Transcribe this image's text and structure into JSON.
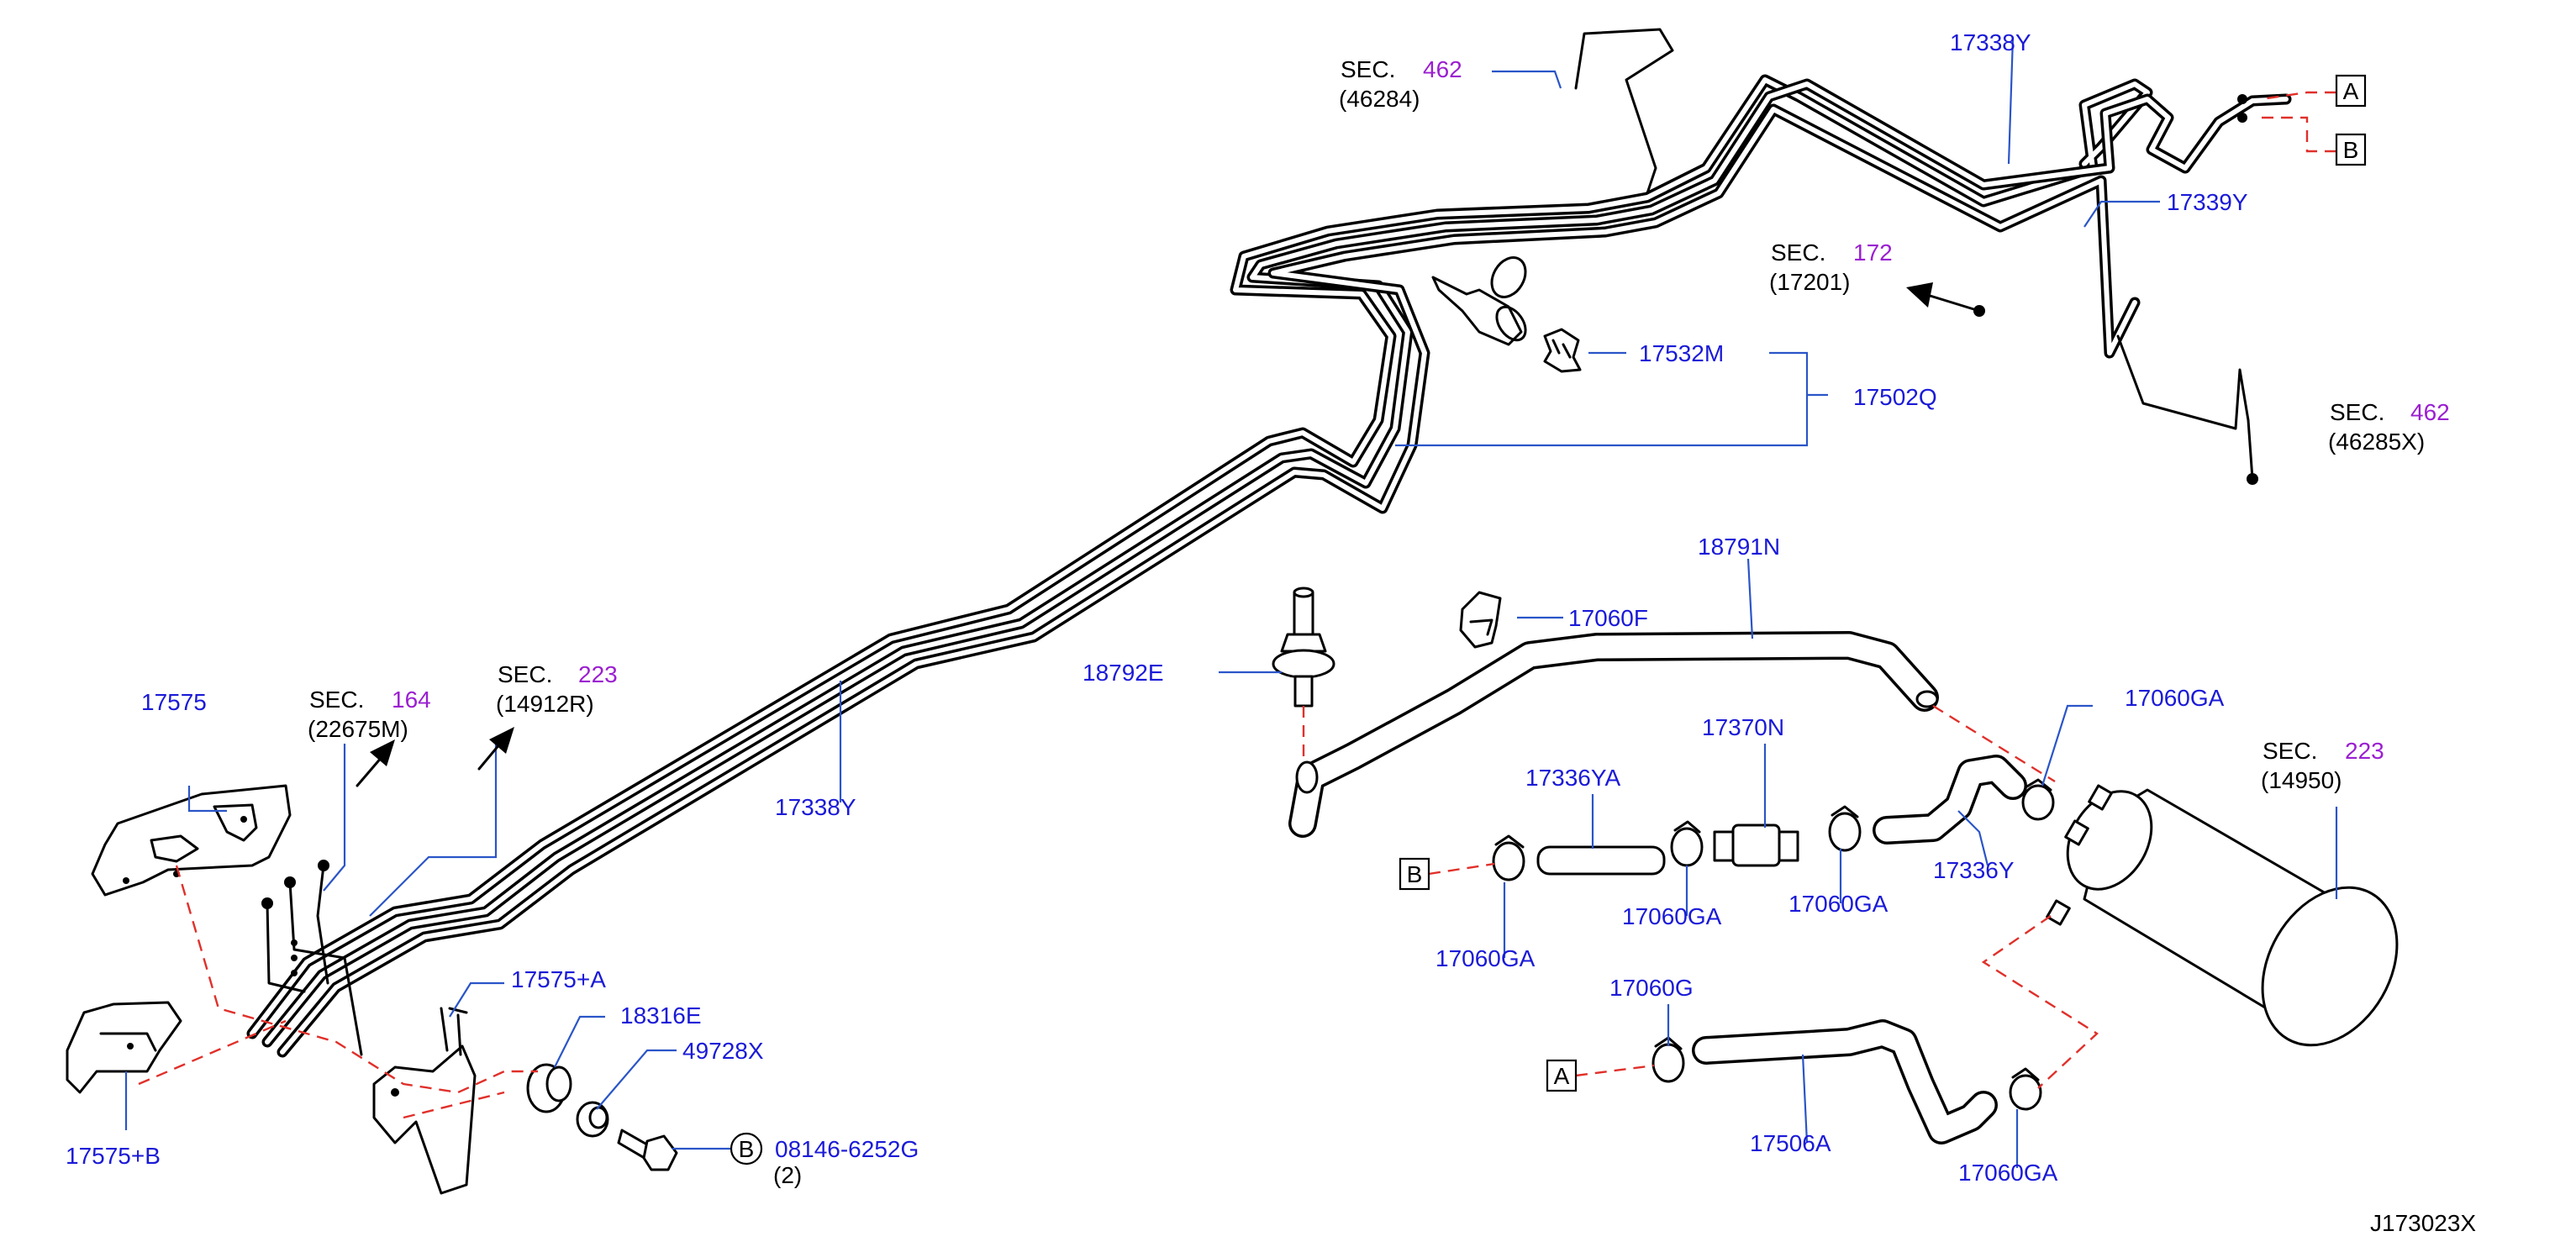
{
  "drawing_number": "J173023X",
  "callouts": {
    "c17338Y_top": "17338Y",
    "c17339Y": "17339Y",
    "c17532M": "17532M",
    "c17502Q": "17502Q",
    "c17338Y_mid": "17338Y",
    "c17575": "17575",
    "c17575A": "17575+A",
    "c17575B": "17575+B",
    "c18316E": "18316E",
    "c49728X": "49728X",
    "c08146": "08146-6252G",
    "c08146_qty": "(2)",
    "c18791N": "18791N",
    "c17060F": "17060F",
    "c18792E": "18792E",
    "c17370N": "17370N",
    "c17336YA": "17336YA",
    "c17060GA_1": "17060GA",
    "c17060GA_2": "17060GA",
    "c17060GA_3": "17060GA",
    "c17060GA_4": "17060GA",
    "c17060GA_5": "17060GA",
    "c17336Y": "17336Y",
    "c17060G": "17060G",
    "c17506A": "17506A"
  },
  "sections": {
    "s462a": {
      "label": "SEC.",
      "num": "462",
      "ref": "(46284)"
    },
    "s172": {
      "label": "SEC.",
      "num": "172",
      "ref": "(17201)"
    },
    "s462b": {
      "label": "SEC.",
      "num": "462",
      "ref": "(46285X)"
    },
    "s164": {
      "label": "SEC.",
      "num": "164",
      "ref": "(22675M)"
    },
    "s223a": {
      "label": "SEC.",
      "num": "223",
      "ref": "(14912R)"
    },
    "s223b": {
      "label": "SEC.",
      "num": "223",
      "ref": "(14950)"
    }
  },
  "markers": {
    "A_top": "A",
    "B_top": "B",
    "B_left": "B",
    "A_left": "A",
    "B_bolt": "B"
  },
  "colors": {
    "part_number": "#1a1ad8",
    "section_number": "#9b1fd1",
    "leader": "#2a55c8",
    "dashed_link": "#e0302a"
  }
}
